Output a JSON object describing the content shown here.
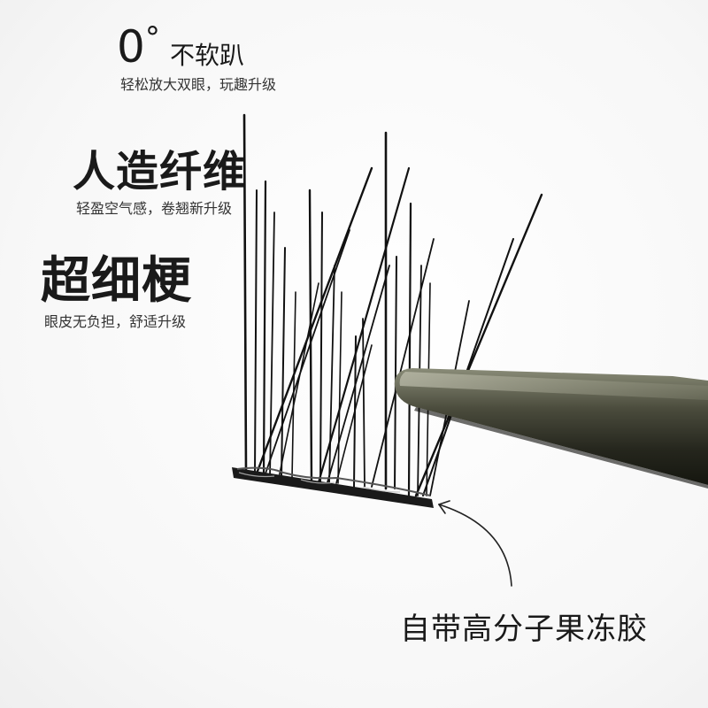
{
  "features": {
    "f1": {
      "number": "0",
      "degree_symbol": "°",
      "label": "不软趴",
      "subtitle": "轻松放大双眼，玩趣升级"
    },
    "f2": {
      "title": "人造纤维",
      "subtitle": "轻盈空气感，卷翘新升级"
    },
    "f3": {
      "title": "超细梗",
      "subtitle": "眼皮无负担，舒适升级"
    }
  },
  "callout": {
    "text": "自带高分子果冻胶"
  },
  "icons": {
    "pointer": "curved-arrow-icon"
  },
  "colors": {
    "text": "#1a1a1a",
    "subtext": "#333333",
    "lash": "#111111",
    "tweezer": "#3b3b2e"
  }
}
